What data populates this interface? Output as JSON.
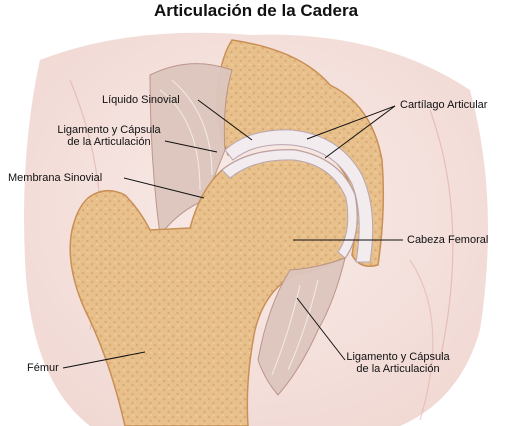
{
  "title": "Articulación de la Cadera",
  "labels": {
    "liquido_sinovial": "Líquido Sinovial",
    "ligamento_capsula_upper": [
      "Ligamento y Cápsula",
      "de la Articulación"
    ],
    "membrana_sinovial": "Membrana Sinovial",
    "cartilago_articular": "Cartílago Articular",
    "cabeza_femoral": "Cabeza Femoral",
    "femur": "Fémur",
    "ligamento_capsula_lower": [
      "Ligamento y Cápsula",
      "de la Articulación"
    ]
  },
  "colors": {
    "bone": "#e8c08c",
    "bone_dark": "#c98f55",
    "cartilage": "#f2ecef",
    "ligament": "#ddc6be",
    "muscle": "#f0d3cc",
    "leader_line": "#111111"
  }
}
